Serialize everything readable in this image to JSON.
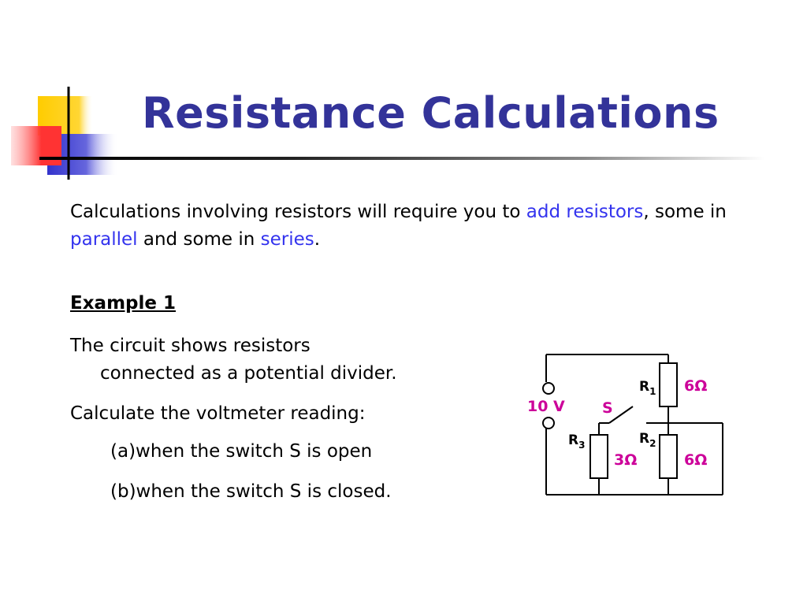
{
  "slide": {
    "title": "Resistance Calculations",
    "intro": {
      "part1": "Calculations involving resistors will require you to ",
      "hl1": "add resistors",
      "part2": ", some in ",
      "hl2": "parallel",
      "part3": " and some in ",
      "hl3": "series",
      "part4": "."
    },
    "example_heading": "Example 1",
    "circuit_desc_line1": "The circuit shows resistors",
    "circuit_desc_line2": "connected as a potential divider.",
    "question": "Calculate the voltmeter reading:",
    "part_a": "(a)when the switch S is open",
    "part_b": "(b)when the switch S is closed."
  },
  "circuit": {
    "supply": "10 V",
    "switch": "S",
    "r1": {
      "name": "R",
      "sub": "1",
      "value": "6Ω"
    },
    "r2": {
      "name": "R",
      "sub": "2",
      "value": "6Ω"
    },
    "r3": {
      "name": "R",
      "sub": "3",
      "value": "3Ω"
    }
  },
  "colors": {
    "title": "#333399",
    "highlight": "#3333ee",
    "circuit_values": "#cc0099",
    "deco_yellow": "#ffcc00",
    "deco_red": "#ff3333",
    "deco_blue": "#3333cc"
  }
}
